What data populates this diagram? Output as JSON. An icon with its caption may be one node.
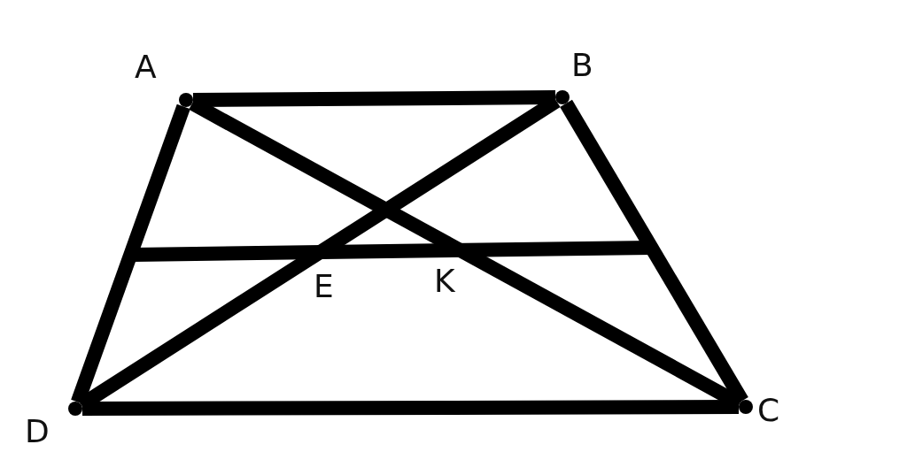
{
  "diagram": {
    "nodes": [
      {
        "text": [],
        "shape": "point",
        "beside": [
          "A"
        ]
      },
      {
        "text": [],
        "shape": "point",
        "beside": [
          "B"
        ]
      },
      {
        "text": [],
        "shape": "point",
        "beside": [
          "C"
        ]
      },
      {
        "text": [],
        "shape": "point",
        "beside": [
          "D"
        ]
      }
    ],
    "edges": [
      {
        "from": 0,
        "to": 1,
        "arrow": "none"
      },
      {
        "from": 1,
        "to": 2,
        "arrow": "none"
      },
      {
        "from": 2,
        "to": 3,
        "arrow": "none"
      },
      {
        "from": 3,
        "to": 0,
        "arrow": "none"
      },
      {
        "from": 0,
        "to": 2,
        "arrow": "none"
      },
      {
        "from": 1,
        "to": 3,
        "arrow": "none"
      }
    ],
    "labels": [
      "E",
      "K"
    ]
  }
}
